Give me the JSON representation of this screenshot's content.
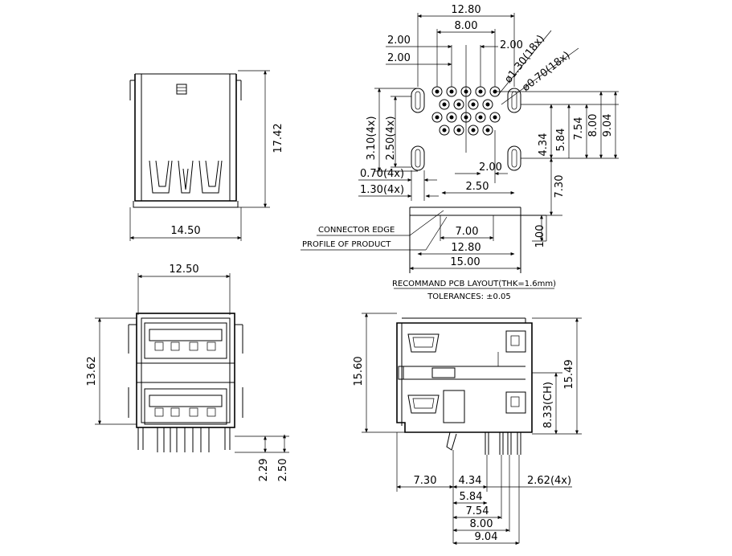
{
  "top_view": {
    "height_dim": "17.42",
    "width_dim": "14.50"
  },
  "front_view": {
    "width_dim": "12.50",
    "height_dim": "13.62",
    "pin_dim_a": "2.29",
    "pin_dim_b": "2.50"
  },
  "pcb_layout": {
    "dims": {
      "d12_80_top": "12.80",
      "d8_00_top": "8.00",
      "d2_00_a": "2.00",
      "d2_00_b": "2.00",
      "d2_00_c": "2.00",
      "hole_large": "ø1.30(18x)",
      "hole_small": "ø0.70(18x)",
      "d3_10_4x": "3.10(4x)",
      "d2_50_4x": "2.50(4x)",
      "d0_70_4x": "0.70(4x)",
      "d1_30_4x": "1.30(4x)",
      "d2_00_mid": "2.00",
      "d2_50_mid": "2.50",
      "d4_34": "4.34",
      "d5_84": "5.84",
      "d7_54": "7.54",
      "d8_00_right": "8.00",
      "d9_04": "9.04",
      "d7_30": "7.30",
      "d1_00": "1.00",
      "d7_00": "7.00",
      "d12_80_bottom": "12.80",
      "d15_00": "15.00"
    },
    "connector_edge_label": "CONNECTOR EDGE",
    "profile_label": "PROFILE OF PRODUCT",
    "title": "RECOMMAND PCB LAYOUT(THK=1.6mm)",
    "tolerance": "TOLERANCES: ±0.05"
  },
  "side_view": {
    "height_dim": "15.60",
    "height_dim_right": "15.49",
    "ch_dim": "8.33(CH)",
    "d7_30": "7.30",
    "d4_34": "4.34",
    "d2_62": "2.62(4x)",
    "d5_84": "5.84",
    "d7_54": "7.54",
    "d8_00": "8.00",
    "d9_04": "9.04"
  }
}
